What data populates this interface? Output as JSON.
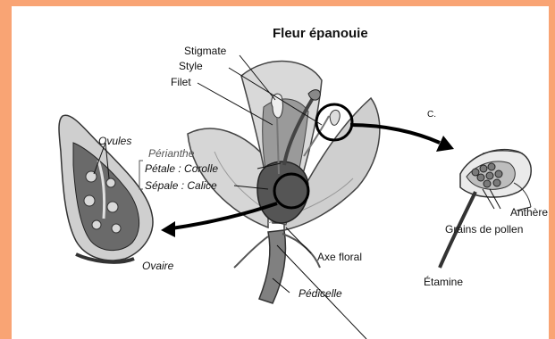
{
  "title": "Fleur épanouie",
  "labels": {
    "stigmate": "Stigmate",
    "style": "Style",
    "filet": "Filet",
    "perianthe": "Périanthe",
    "petale": "Pétale : Corolle",
    "sepale": "Sépale : Calice",
    "ovules": "Ovules",
    "ovaire": "Ovaire",
    "axe_floral": "Axe floral",
    "pedicelle": "Pédicelle",
    "c": "C.",
    "anthere": "Anthère",
    "grains": "Grains de pollen",
    "etamine": "Étamine"
  },
  "colors": {
    "frame": "#f9a474",
    "petal_fill": "#d6d6d6",
    "petal_dark": "#7a7a7a",
    "ovary_fill": "#555555",
    "arrow": "#000000"
  }
}
